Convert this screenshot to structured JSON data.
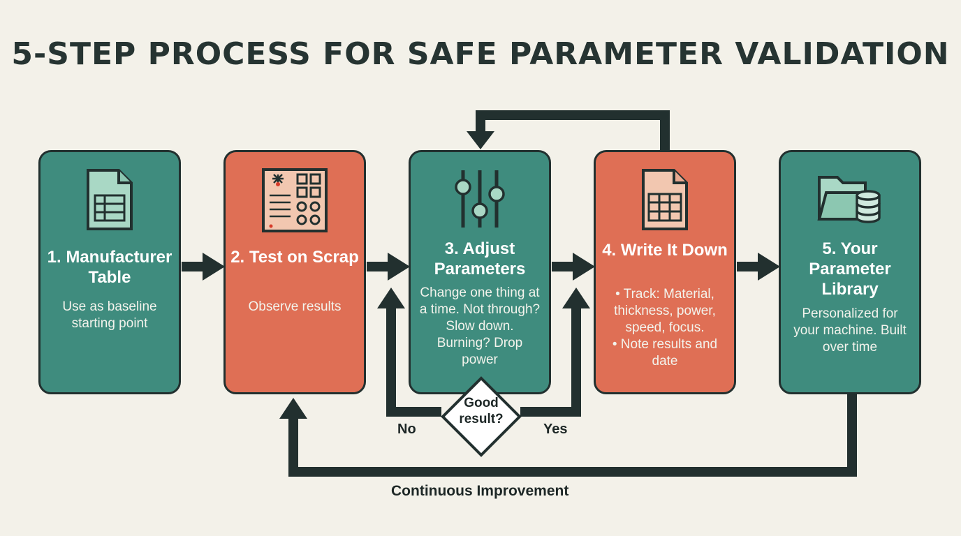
{
  "title": "5-STEP PROCESS FOR SAFE PARAMETER VALIDATION",
  "colors": {
    "teal": "#3f8c7e",
    "coral": "#df6f55",
    "dark": "#22302f",
    "background": "#f3f1e9"
  },
  "steps": [
    {
      "title": "1. Manufacturer Table",
      "desc": "Use as baseline starting point",
      "icon": "document-table-icon",
      "color": "teal"
    },
    {
      "title": "2. Test on Scrap",
      "desc": "Observe results",
      "icon": "laser-test-grid-icon",
      "color": "coral"
    },
    {
      "title": "3. Adjust Parameters",
      "desc": "Change one thing at a time. Not through? Slow down. Burning? Drop power",
      "icon": "sliders-icon",
      "color": "teal"
    },
    {
      "title": "4. Write It Down",
      "bullets": [
        "• Track: Material, thickness, power, speed, focus.",
        "• Note results and date"
      ],
      "icon": "spreadsheet-icon",
      "color": "coral"
    },
    {
      "title": "5. Your Parameter Library",
      "desc": "Personalized for your machine. Built over time",
      "icon": "folder-database-icon",
      "color": "teal"
    }
  ],
  "decision": {
    "question": "Good result?",
    "no_label": "No",
    "yes_label": "Yes"
  },
  "loop_label": "Continuous Improvement"
}
